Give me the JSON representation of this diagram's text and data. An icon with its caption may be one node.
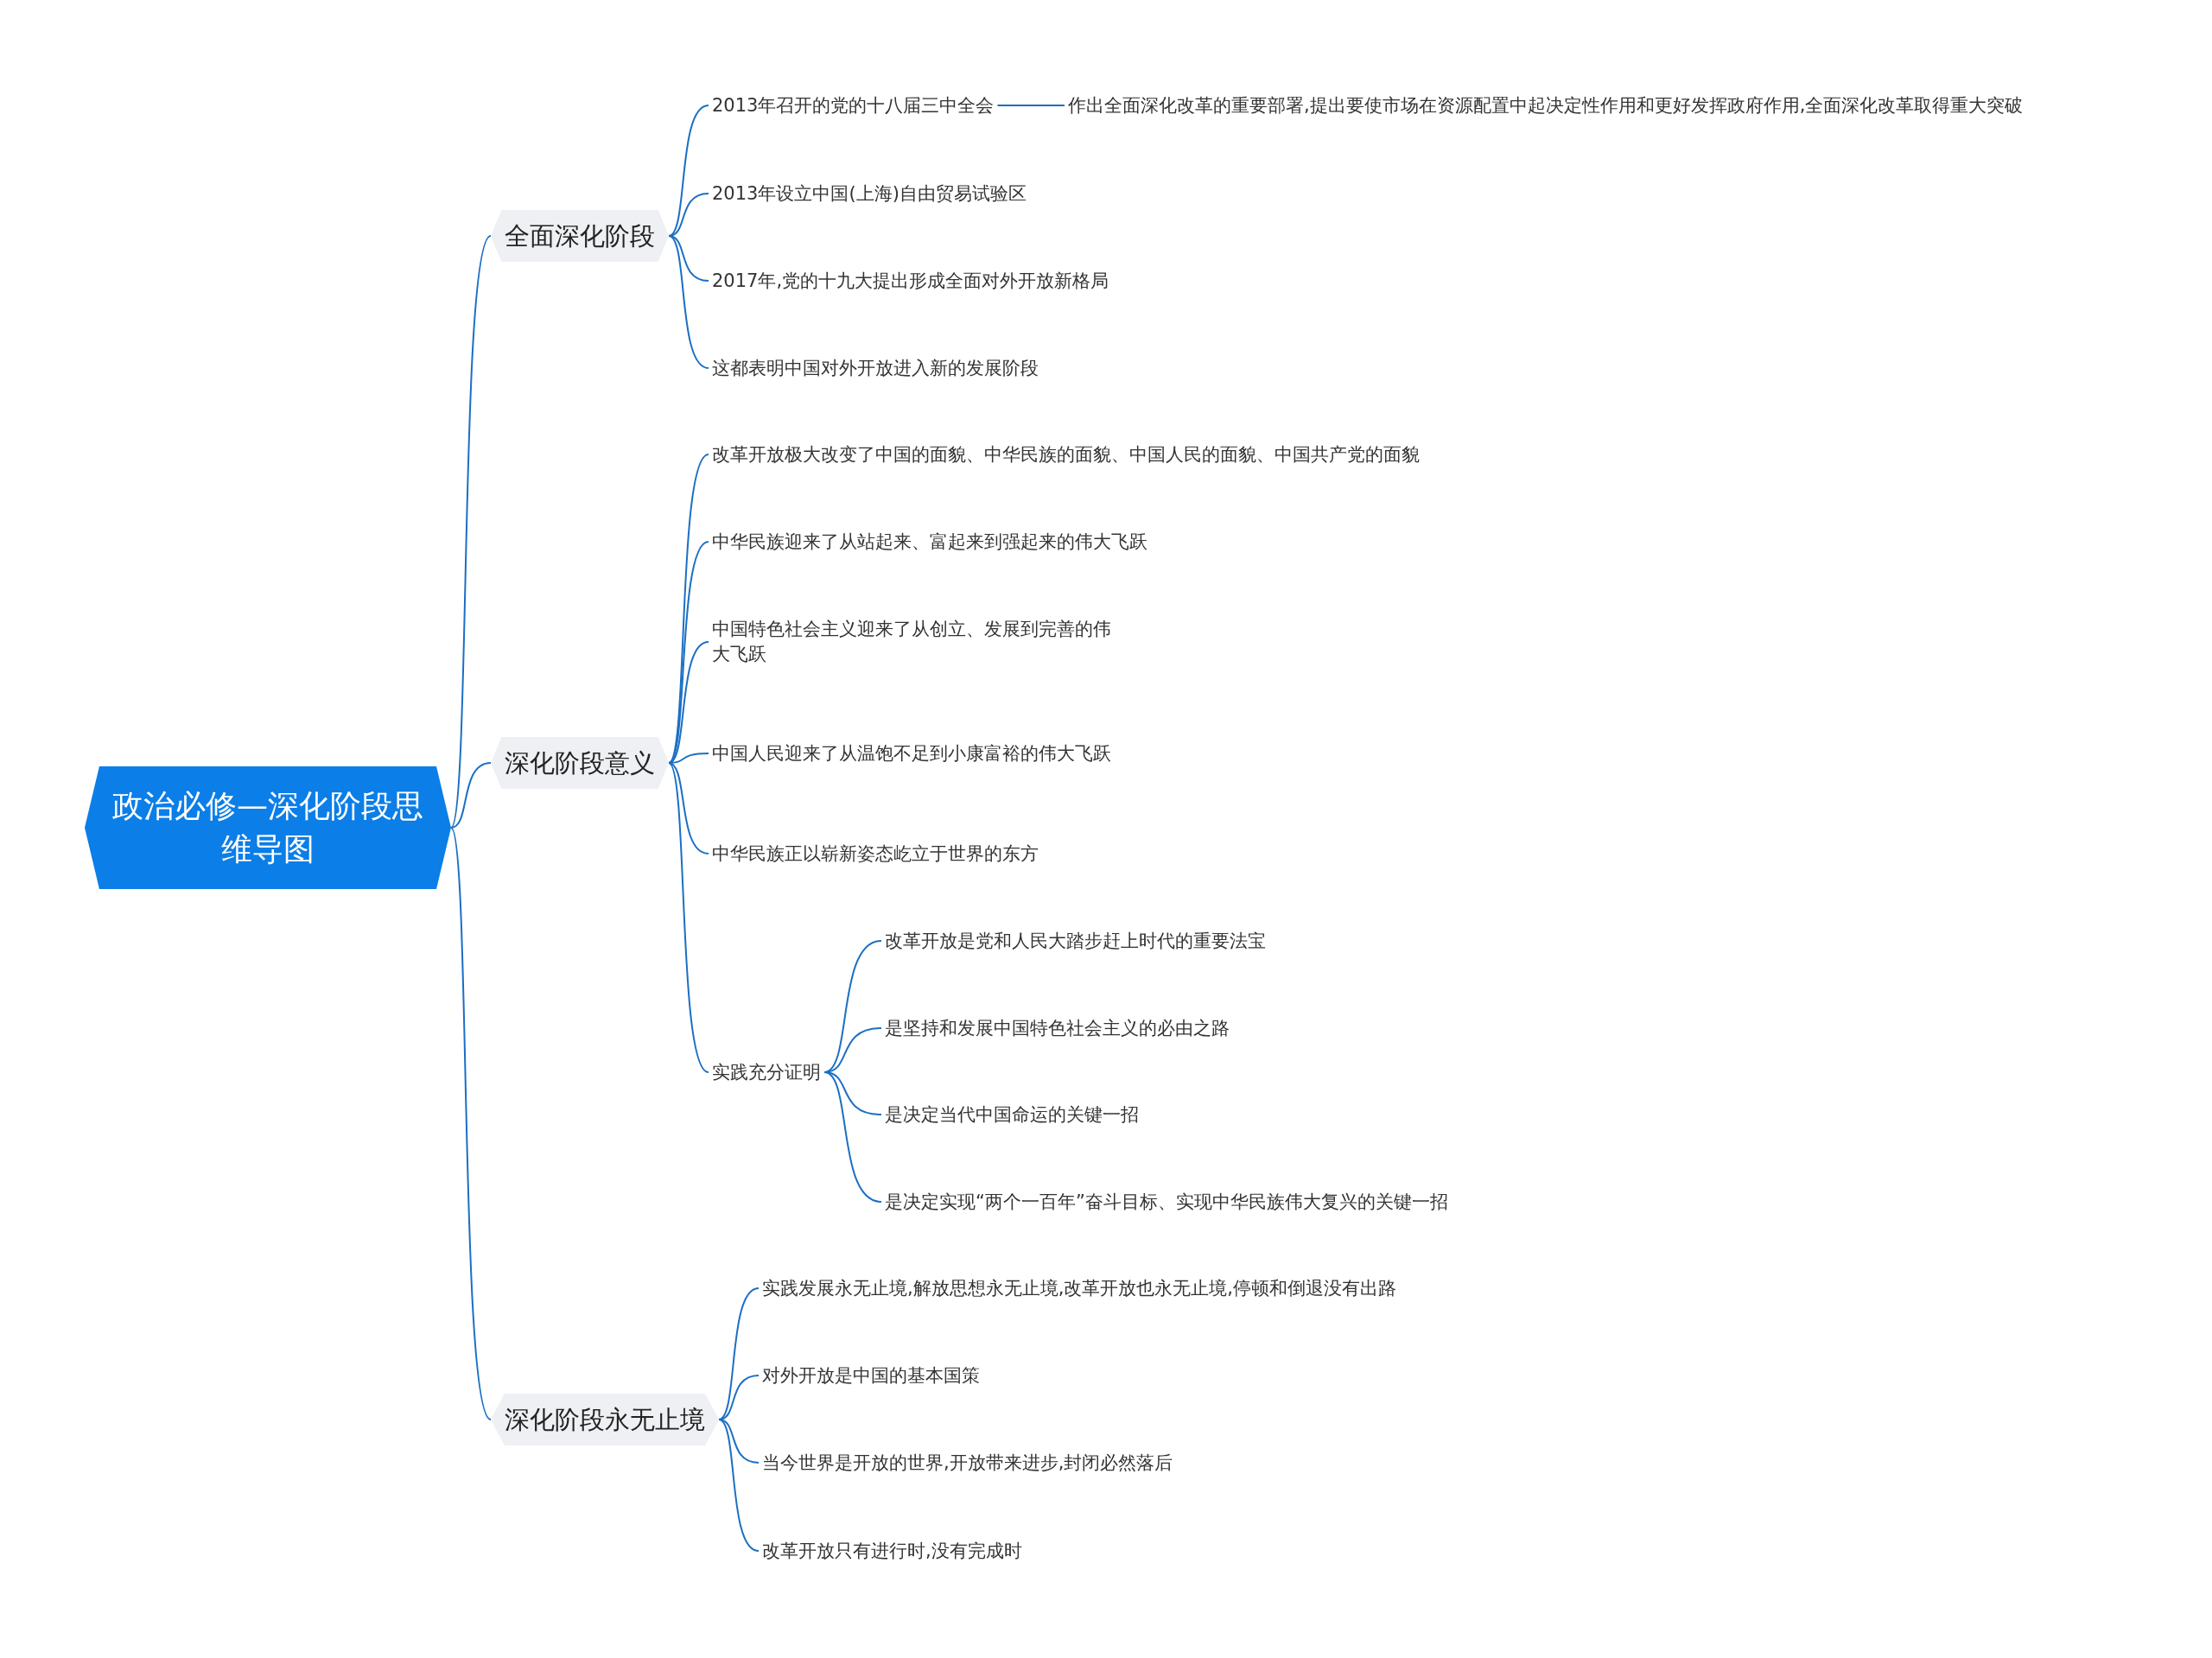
{
  "diagram": {
    "nodes": [
      {
        "text": [
          "政治必修—深化阶段思维导图"
        ]
      },
      {
        "text": [
          "全面深化阶段"
        ]
      },
      {
        "text": [
          "2013年召开的党的十八届三中全会"
        ]
      },
      {
        "text": [
          "作出全面深化改革的重要部署,提出要使市场在资源配置中起决定性作用和更好发挥政府作用,全面深化改革取得重大突破"
        ]
      },
      {
        "text": [
          "2013年设立中国(上海)自由贸易试验区"
        ]
      },
      {
        "text": [
          "2017年,党的十九大提出形成全面对外开放新格局"
        ]
      },
      {
        "text": [
          "这都表明中国对外开放进入新的发展阶段"
        ]
      },
      {
        "text": [
          "深化阶段意义"
        ]
      },
      {
        "text": [
          "改革开放极大改变了中国的面貌、中华民族的面貌、中国人民的面貌、中国共产党的面貌"
        ]
      },
      {
        "text": [
          "中华民族迎来了从站起来、富起来到强起来的伟大飞跃"
        ]
      },
      {
        "text": [
          "中国特色社会主义迎来了从创立、发展到完善的伟大飞跃"
        ]
      },
      {
        "text": [
          "中国人民迎来了从温饱不足到小康富裕的伟大飞跃"
        ]
      },
      {
        "text": [
          "中华民族正以崭新姿态屹立于世界的东方"
        ]
      },
      {
        "text": [
          "实践充分证明"
        ]
      },
      {
        "text": [
          "改革开放是党和人民大踏步赶上时代的重要法宝"
        ]
      },
      {
        "text": [
          "是坚持和发展中国特色社会主义的必由之路"
        ]
      },
      {
        "text": [
          "是决定当代中国命运的关键一招"
        ]
      },
      {
        "text": [
          "是决定实现“两个一百年”奋斗目标、实现中华民族伟大复兴的关键一招"
        ]
      },
      {
        "text": [
          "深化阶段永无止境"
        ]
      },
      {
        "text": [
          "实践发展永无止境,解放思想永无止境,改革开放也永无止境,停顿和倒退没有出路"
        ]
      },
      {
        "text": [
          "对外开放是中国的基本国策"
        ]
      },
      {
        "text": [
          "当今世界是开放的世界,开放带来进步,封闭必然落后"
        ]
      },
      {
        "text": [
          "改革开放只有进行时,没有完成时"
        ]
      }
    ],
    "edges": [
      {
        "from": 0,
        "to": 1,
        "arrow": "none"
      },
      {
        "from": 0,
        "to": 7,
        "arrow": "none"
      },
      {
        "from": 0,
        "to": 18,
        "arrow": "none"
      },
      {
        "from": 1,
        "to": 2,
        "arrow": "none"
      },
      {
        "from": 2,
        "to": 3,
        "arrow": "none"
      },
      {
        "from": 1,
        "to": 4,
        "arrow": "none"
      },
      {
        "from": 1,
        "to": 5,
        "arrow": "none"
      },
      {
        "from": 1,
        "to": 6,
        "arrow": "none"
      },
      {
        "from": 7,
        "to": 8,
        "arrow": "none"
      },
      {
        "from": 7,
        "to": 9,
        "arrow": "none"
      },
      {
        "from": 7,
        "to": 10,
        "arrow": "none"
      },
      {
        "from": 7,
        "to": 11,
        "arrow": "none"
      },
      {
        "from": 7,
        "to": 12,
        "arrow": "none"
      },
      {
        "from": 7,
        "to": 13,
        "arrow": "none"
      },
      {
        "from": 13,
        "to": 14,
        "arrow": "none"
      },
      {
        "from": 13,
        "to": 15,
        "arrow": "none"
      },
      {
        "from": 13,
        "to": 16,
        "arrow": "none"
      },
      {
        "from": 13,
        "to": 17,
        "arrow": "none"
      },
      {
        "from": 18,
        "to": 19,
        "arrow": "none"
      },
      {
        "from": 18,
        "to": 20,
        "arrow": "none"
      },
      {
        "from": 18,
        "to": 21,
        "arrow": "none"
      },
      {
        "from": 18,
        "to": 22,
        "arrow": "none"
      }
    ]
  }
}
